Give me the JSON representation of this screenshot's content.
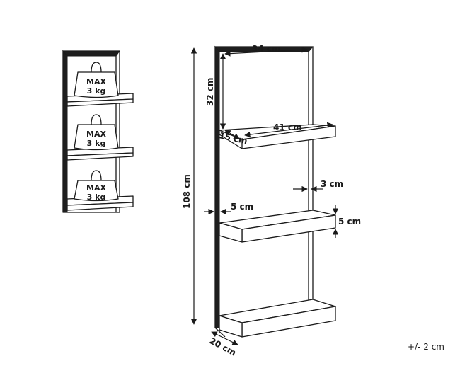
{
  "weight_badges": [
    {
      "line1": "MAX",
      "line2": "3 kg"
    },
    {
      "line1": "MAX",
      "line2": "3 kg"
    },
    {
      "line1": "MAX",
      "line2": "3 kg"
    }
  ],
  "dimensions": {
    "top_width": "34 cm",
    "top_gap": "32 cm",
    "shelf_length": "41 cm",
    "shelf_depth": "15 cm",
    "side_thickness": "3 cm",
    "back_offset": "5 cm",
    "shelf_thickness": "5 cm",
    "total_height": "108 cm",
    "base_depth": "20 cm"
  },
  "tolerance": "+/- 2 cm"
}
